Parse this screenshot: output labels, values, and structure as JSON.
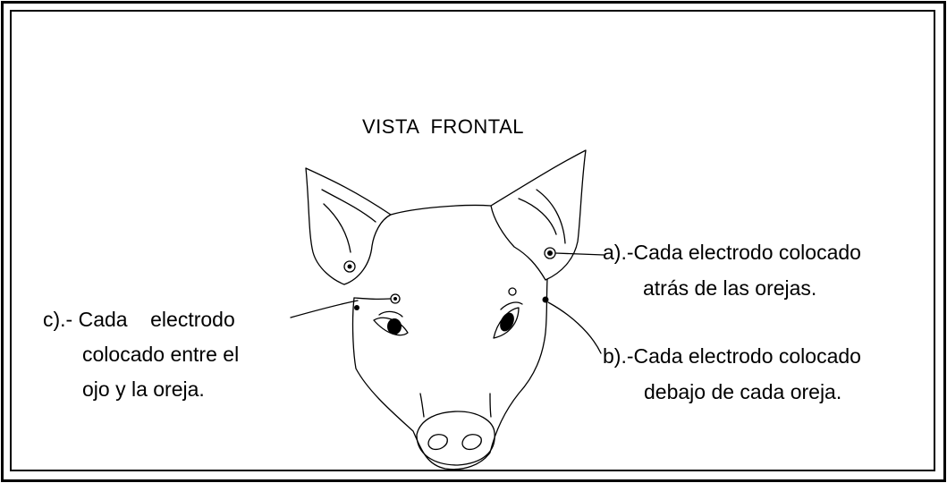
{
  "diagram": {
    "title": "VISTA  FRONTAL",
    "labels": {
      "a_line1": "a).-Cada electrodo colocado",
      "a_line2": "atrás de las orejas.",
      "b_line1": "b).-Cada electrodo colocado",
      "b_line2": "debajo de cada oreja.",
      "c_line1": "c).- Cada    electrodo",
      "c_line2": "colocado entre el",
      "c_line3": "ojo y la oreja."
    }
  },
  "colors": {
    "ink": "#000000",
    "background": "#ffffff"
  }
}
